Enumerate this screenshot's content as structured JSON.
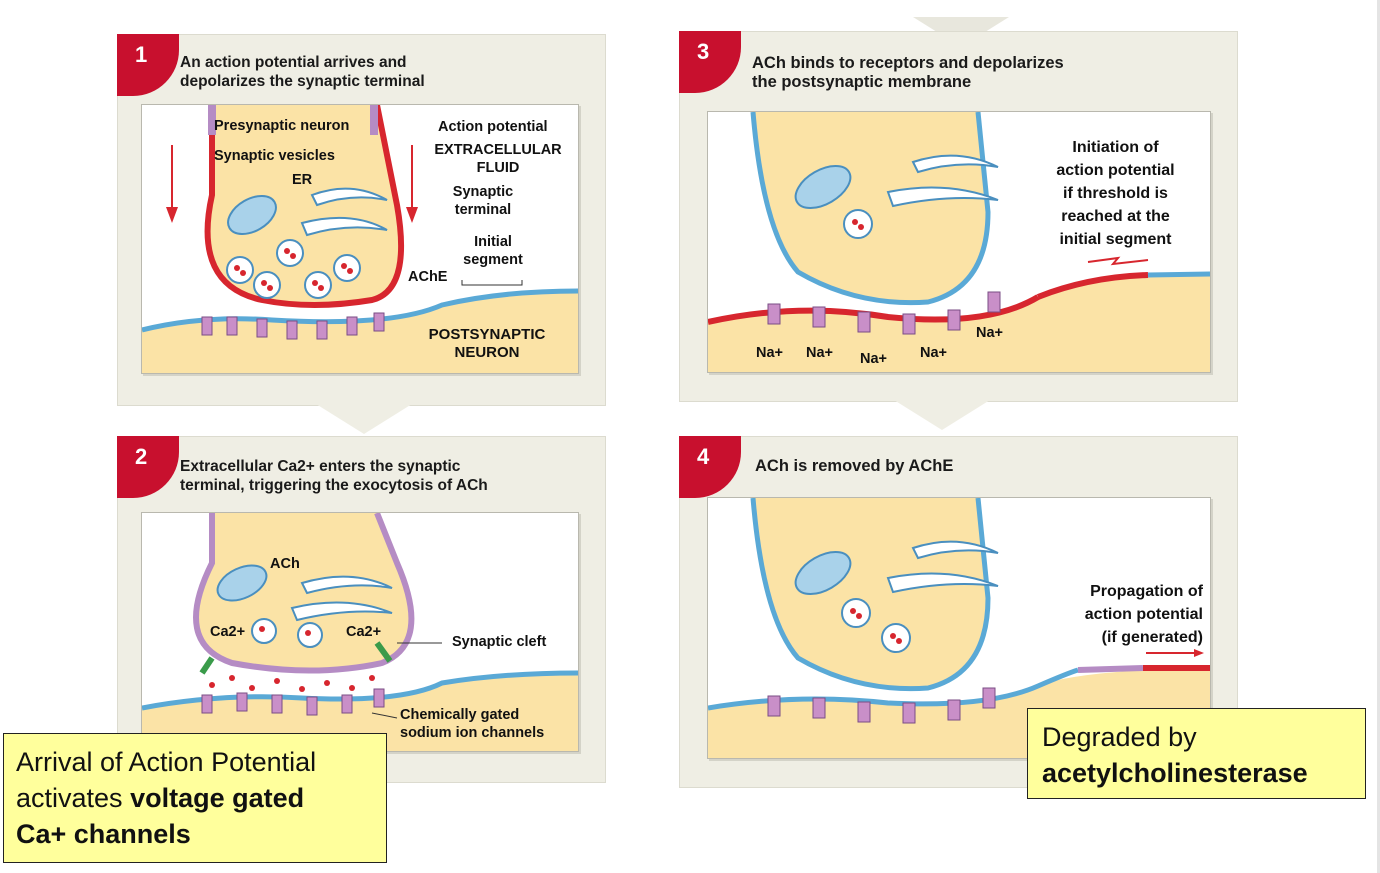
{
  "panels": [
    {
      "number": "1",
      "title_line1": "An action potential arrives and",
      "title_line2": "depolarizes the synaptic terminal"
    },
    {
      "number": "2",
      "title_line1": "Extracellular Ca2+ enters the synaptic",
      "title_line2": "terminal, triggering the exocytosis of ACh"
    },
    {
      "number": "3",
      "title_line1": "ACh binds to receptors and depolarizes",
      "title_line2": "the postsynaptic membrane"
    },
    {
      "number": "4",
      "title_line1": "ACh is removed by AChE",
      "title_line2": ""
    }
  ],
  "labels_p1": {
    "presynaptic_neuron": "Presynaptic neuron",
    "synaptic_vesicles": "Synaptic vesicles",
    "er": "ER",
    "action_potential": "Action potential",
    "extracellular_fluid_1": "EXTRACELLULAR",
    "extracellular_fluid_2": "FLUID",
    "synaptic_terminal_1": "Synaptic",
    "synaptic_terminal_2": "terminal",
    "initial_segment_1": "Initial",
    "initial_segment_2": "segment",
    "ache": "AChE",
    "postsynaptic_1": "POSTSYNAPTIC",
    "postsynaptic_2": "NEURON"
  },
  "labels_p2": {
    "ach": "ACh",
    "ca_left": "Ca2+",
    "ca_right": "Ca2+",
    "synaptic_cleft": "Synaptic cleft",
    "chem_gated_1": "Chemically gated",
    "chem_gated_2": "sodium ion channels"
  },
  "labels_p3": {
    "initiation_1": "Initiation of",
    "initiation_2": "action potential",
    "initiation_3": "if threshold is",
    "initiation_4": "reached at the",
    "initiation_5": "initial segment",
    "na": [
      "Na+",
      "Na+",
      "Na+",
      "Na+",
      "Na+"
    ]
  },
  "labels_p4": {
    "propagation_1": "Propagation of",
    "propagation_2": "action potential",
    "propagation_3": "(if generated)"
  },
  "notes": {
    "left_line1": "Arrival of Action Potential",
    "left_line2_plain": "activates ",
    "left_line2_bold": "voltage gated",
    "left_line3_bold": "Ca+ channels",
    "right_line1": "Degraded by",
    "right_line2_bold": "acetylcholinesterase"
  },
  "colors": {
    "panel_bg": "#efeee4",
    "badge_red": "#c8102e",
    "membrane_blue": "#5aa9d6",
    "cytoplasm": "#fbe3a6",
    "depolarized_red": "#d7262e",
    "receptor_purple": "#c98fc8",
    "note_yellow": "#ffff9c"
  }
}
